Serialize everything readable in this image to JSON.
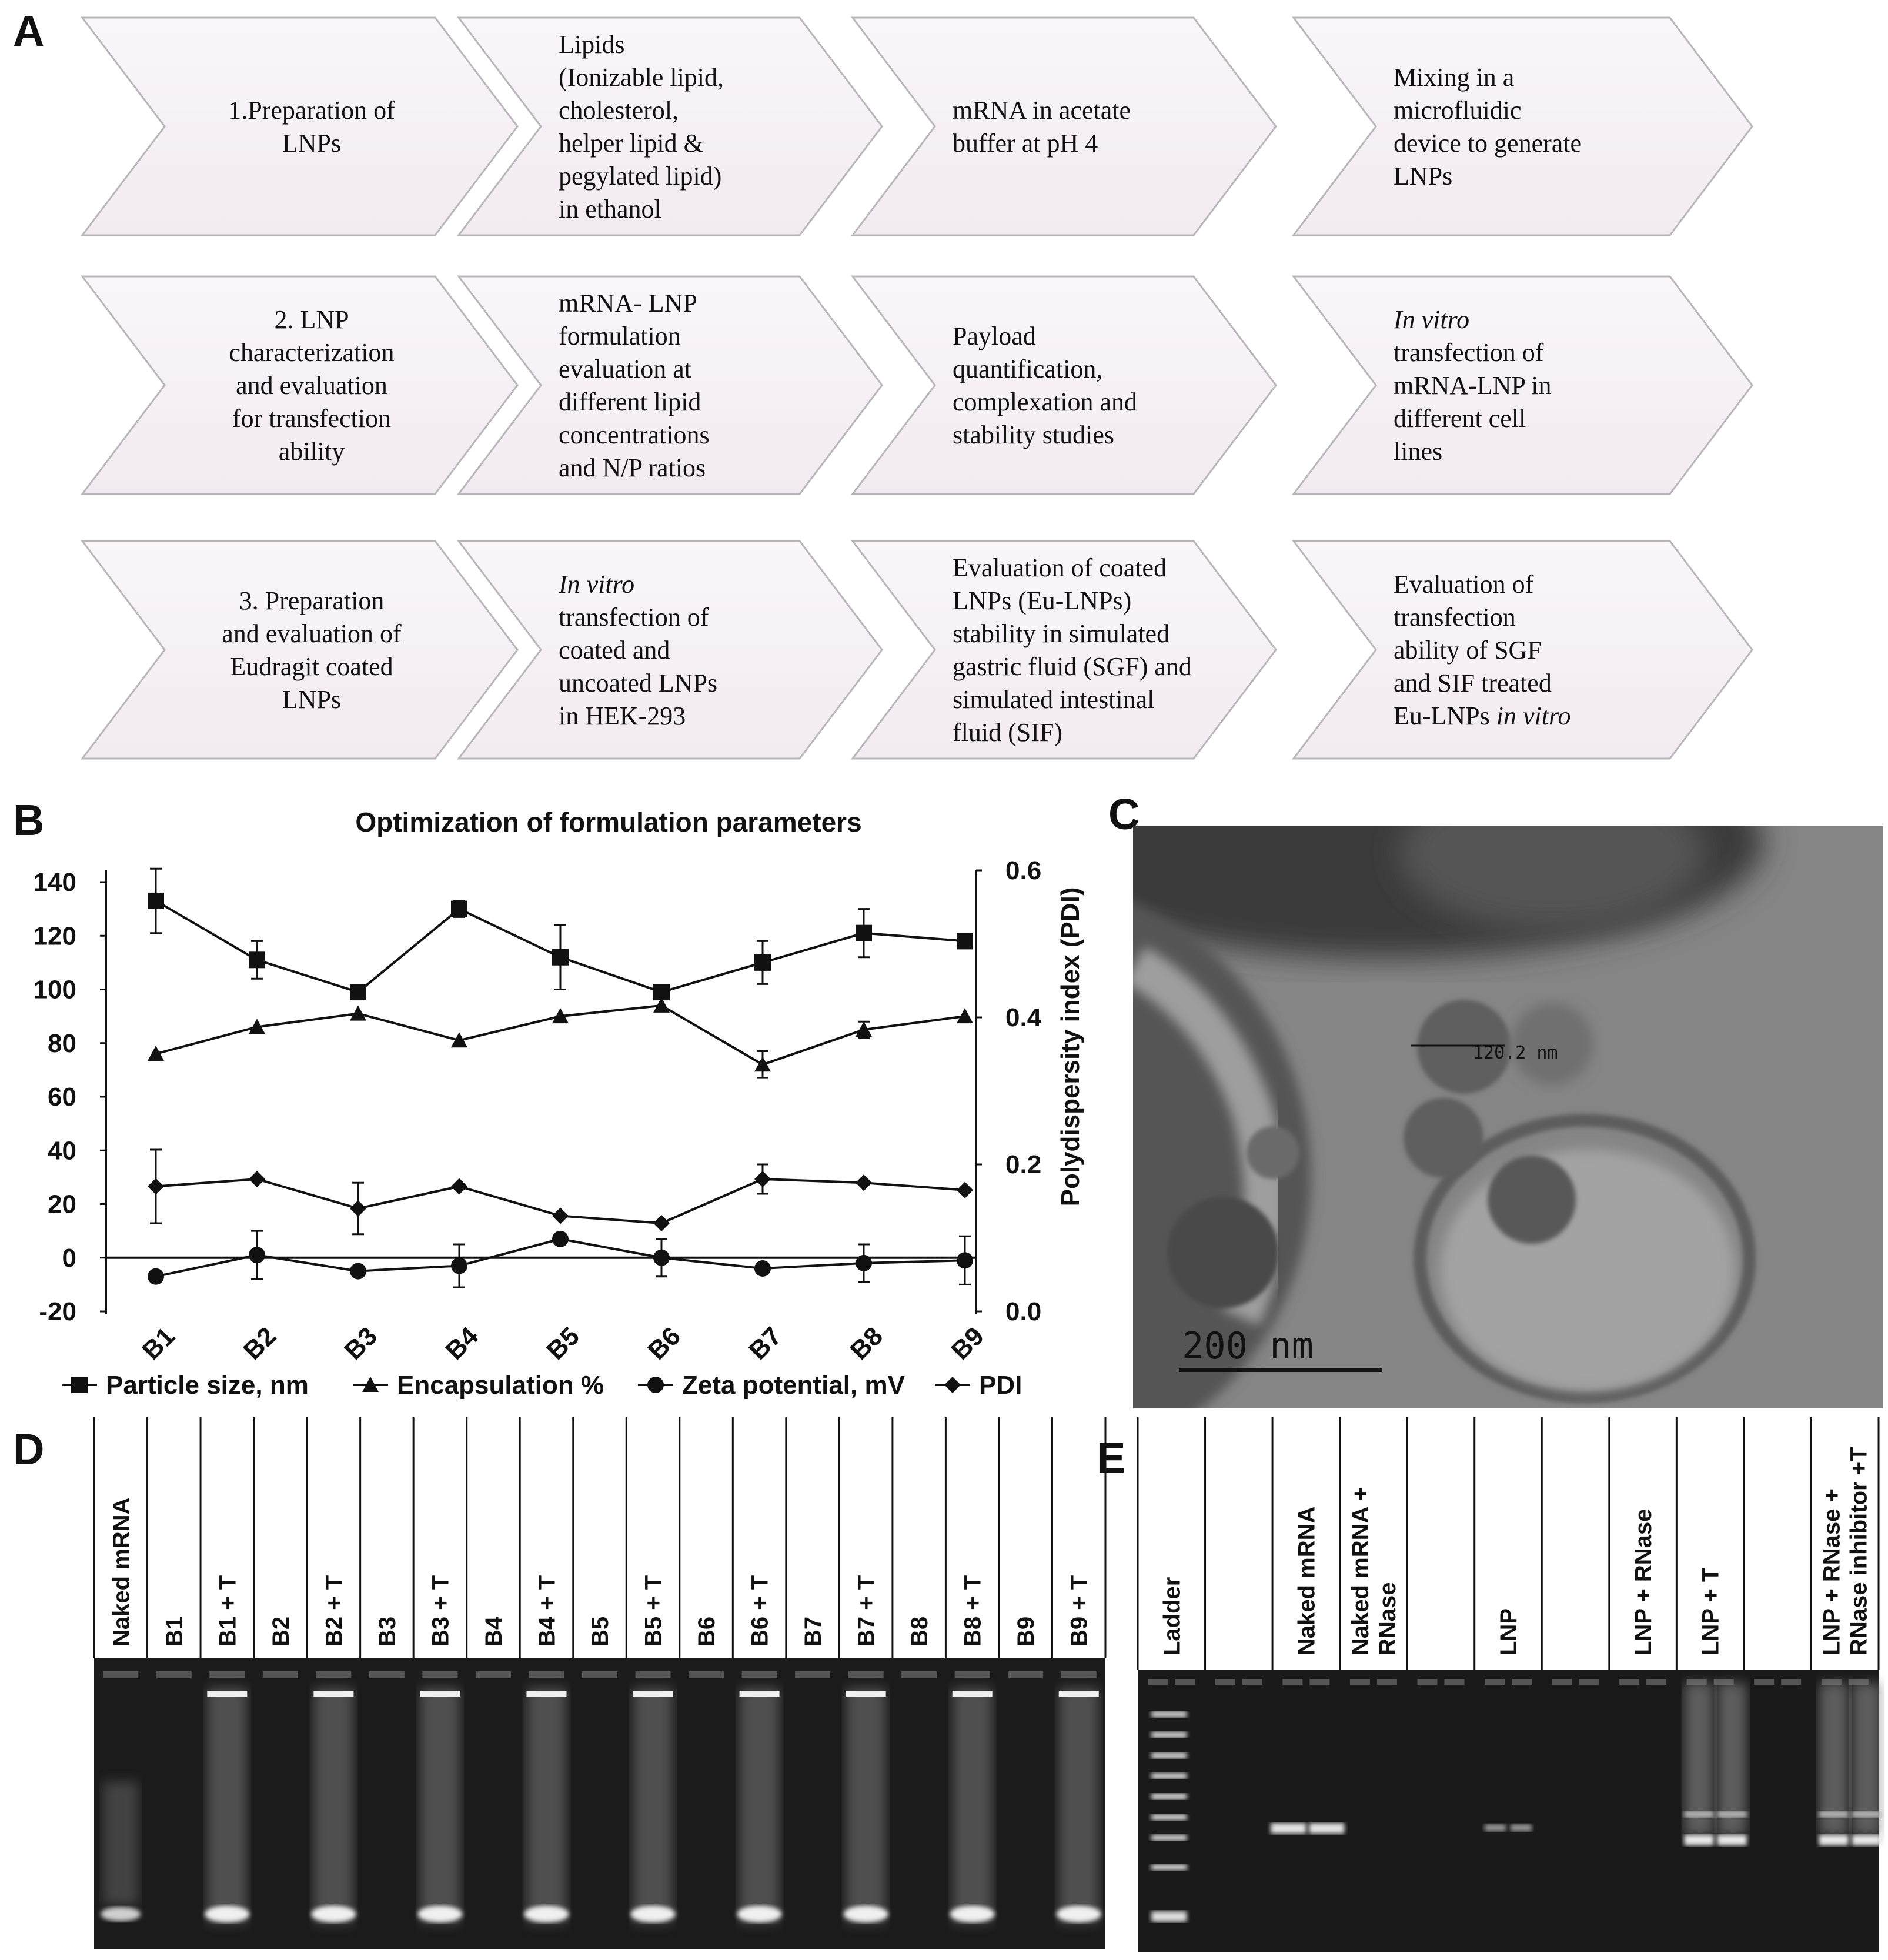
{
  "panels": {
    "a": "A",
    "b": "B",
    "c": "C",
    "d": "D",
    "e": "E"
  },
  "workflow": {
    "rows": [
      {
        "steps": [
          {
            "lines": [
              "1.Preparation of",
              "LNPs"
            ]
          },
          {
            "lines": [
              "Lipids",
              "(Ionizable lipid,",
              "cholesterol,",
              "helper lipid &",
              "pegylated lipid)",
              "in ethanol"
            ]
          },
          {
            "lines": [
              "mRNA in acetate",
              "buffer at pH 4"
            ]
          },
          {
            "lines": [
              "Mixing in a",
              "microfluidic",
              "device to generate",
              "LNPs"
            ]
          }
        ]
      },
      {
        "steps": [
          {
            "lines": [
              "2. LNP",
              "characterization",
              "and evaluation",
              "for transfection",
              "ability"
            ]
          },
          {
            "lines": [
              "mRNA- LNP",
              "formulation",
              "evaluation at",
              "different lipid",
              "concentrations",
              "and N/P ratios"
            ]
          },
          {
            "lines": [
              "Payload",
              "quantification,",
              "complexation and",
              "stability studies"
            ]
          },
          {
            "lines": [
              "In vitro",
              "transfection of",
              "mRNA-LNP in",
              "different cell",
              "lines"
            ]
          }
        ]
      },
      {
        "steps": [
          {
            "lines": [
              "3. Preparation",
              "and evaluation of",
              "Eudragit coated",
              "LNPs"
            ]
          },
          {
            "lines": [
              "In vitro",
              "transfection of",
              "coated and",
              "uncoated LNPs",
              "in HEK-293"
            ]
          },
          {
            "lines": [
              "Evaluation of coated",
              "LNPs  (Eu-LNPs)",
              "stability in simulated",
              "gastric fluid (SGF) and",
              "simulated intestinal",
              "fluid (SIF)"
            ]
          },
          {
            "lines": [
              "Evaluation of",
              "transfection",
              "ability of  SGF",
              "and SIF treated",
              "Eu-LNPs in vitro"
            ]
          }
        ]
      }
    ]
  },
  "chart_data": {
    "type": "line",
    "title": "Optimization of formulation  parameters",
    "categories": [
      "B1",
      "B2",
      "B3",
      "B4",
      "B5",
      "B6",
      "B7",
      "B8",
      "B9"
    ],
    "ylim_left": [
      -20,
      140
    ],
    "yticks_left": [
      "140",
      "120",
      "100",
      "80",
      "60",
      "40",
      "20",
      "0",
      "-20"
    ],
    "ylabel_right": "Polydispersity index (PDI)",
    "ylim_right": [
      0.0,
      0.6
    ],
    "yticks_right": [
      "0.6",
      "0.4",
      "0.2",
      "0.0"
    ],
    "series": [
      {
        "name": "Particle size, nm",
        "marker": "square",
        "axis": "left",
        "values": [
          133,
          111,
          99,
          130,
          112,
          99,
          110,
          121,
          118
        ],
        "errors": [
          12,
          7,
          0,
          3,
          12,
          0,
          8,
          9,
          0
        ]
      },
      {
        "name": "Encapsulation %",
        "marker": "triangle",
        "axis": "left",
        "values": [
          76,
          86,
          91,
          81,
          90,
          94,
          72,
          85,
          90
        ],
        "errors": [
          0,
          0,
          0,
          0,
          0,
          0,
          5,
          3,
          0
        ]
      },
      {
        "name": "Zeta potential, mV",
        "marker": "circle",
        "axis": "left",
        "values": [
          -7,
          1,
          -5,
          -3,
          7,
          0,
          -4,
          -2,
          -1
        ],
        "errors": [
          0,
          9,
          0,
          8,
          0,
          7,
          0,
          7,
          9
        ]
      },
      {
        "name": "PDI",
        "marker": "diamond",
        "axis": "right",
        "values": [
          0.17,
          0.18,
          0.14,
          0.17,
          0.13,
          0.12,
          0.18,
          0.175,
          0.165
        ],
        "errors": [
          0.05,
          0,
          0.035,
          0,
          0,
          0,
          0.02,
          0,
          0
        ]
      }
    ],
    "legend": "bottom"
  },
  "tem": {
    "measure": "120.2 nm",
    "scale": "200  nm"
  },
  "gel_d": {
    "lanes": [
      "Naked mRNA",
      "B1",
      "B1 + T",
      "B2",
      "B2 + T",
      "B3",
      "B3 + T",
      "B4",
      "B4 + T",
      "B5",
      "B5 + T",
      "B6",
      "B6 + T",
      "B7",
      "B7 + T",
      "B8",
      "B8 + T",
      "B9",
      "B9 + T"
    ]
  },
  "gel_e": {
    "lanes": [
      {
        "lines": [
          "Ladder"
        ]
      },
      {
        "lines": [
          ""
        ]
      },
      {
        "lines": [
          "Naked mRNA"
        ]
      },
      {
        "lines": [
          "Naked mRNA +",
          "RNase"
        ]
      },
      {
        "lines": [
          ""
        ]
      },
      {
        "lines": [
          "LNP"
        ]
      },
      {
        "lines": [
          ""
        ]
      },
      {
        "lines": [
          "LNP + RNase"
        ]
      },
      {
        "lines": [
          "LNP + T"
        ]
      },
      {
        "lines": [
          ""
        ]
      },
      {
        "lines": [
          "LNP + RNase +",
          "RNase inhibitor +T"
        ]
      }
    ]
  },
  "colors": {
    "chevron_fill": "#f7f1f7",
    "chevron_stroke": "#b9b6ba",
    "gel_bg": "#1b1b1b",
    "band": "#f0f0f0"
  }
}
